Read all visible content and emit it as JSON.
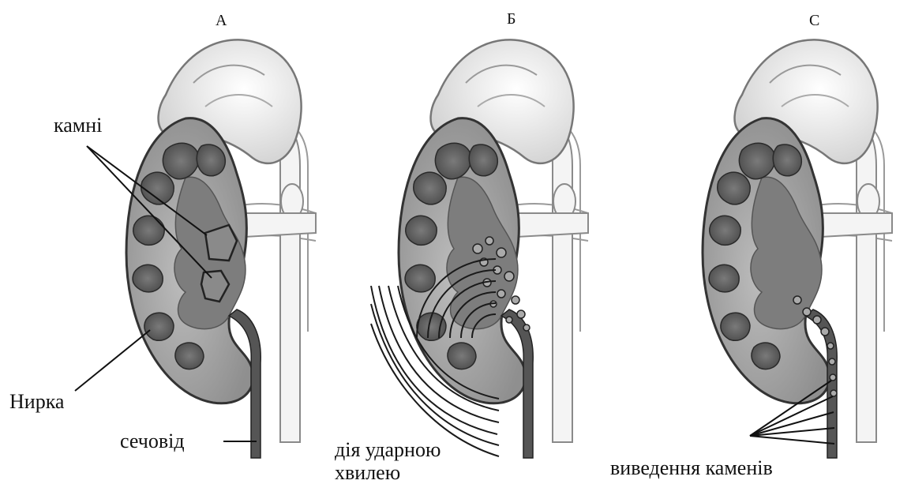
{
  "panels": {
    "a": "А",
    "b": "Б",
    "c": "С"
  },
  "labels": {
    "stones": "камні",
    "kidney": "Нирка",
    "ureter": "сечовід",
    "shockwave_line1": "дія ударною",
    "shockwave_line2": "хвилею",
    "stone_removal": "виведення каменів"
  }
}
